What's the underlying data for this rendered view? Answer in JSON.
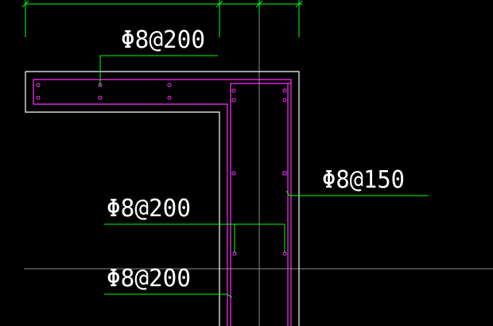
{
  "drawing": {
    "labels": {
      "top_rebar": "Φ8@200",
      "right_rebar": "Φ8@150",
      "middle_rebar": "Φ8@200",
      "bottom_rebar": "Φ8@200"
    },
    "colors": {
      "background": "#000000",
      "structure_outline": "#ffffff",
      "rebar": "#ff33ff",
      "leader_lines": "#00ff00",
      "grid_lines": "#808080"
    }
  }
}
